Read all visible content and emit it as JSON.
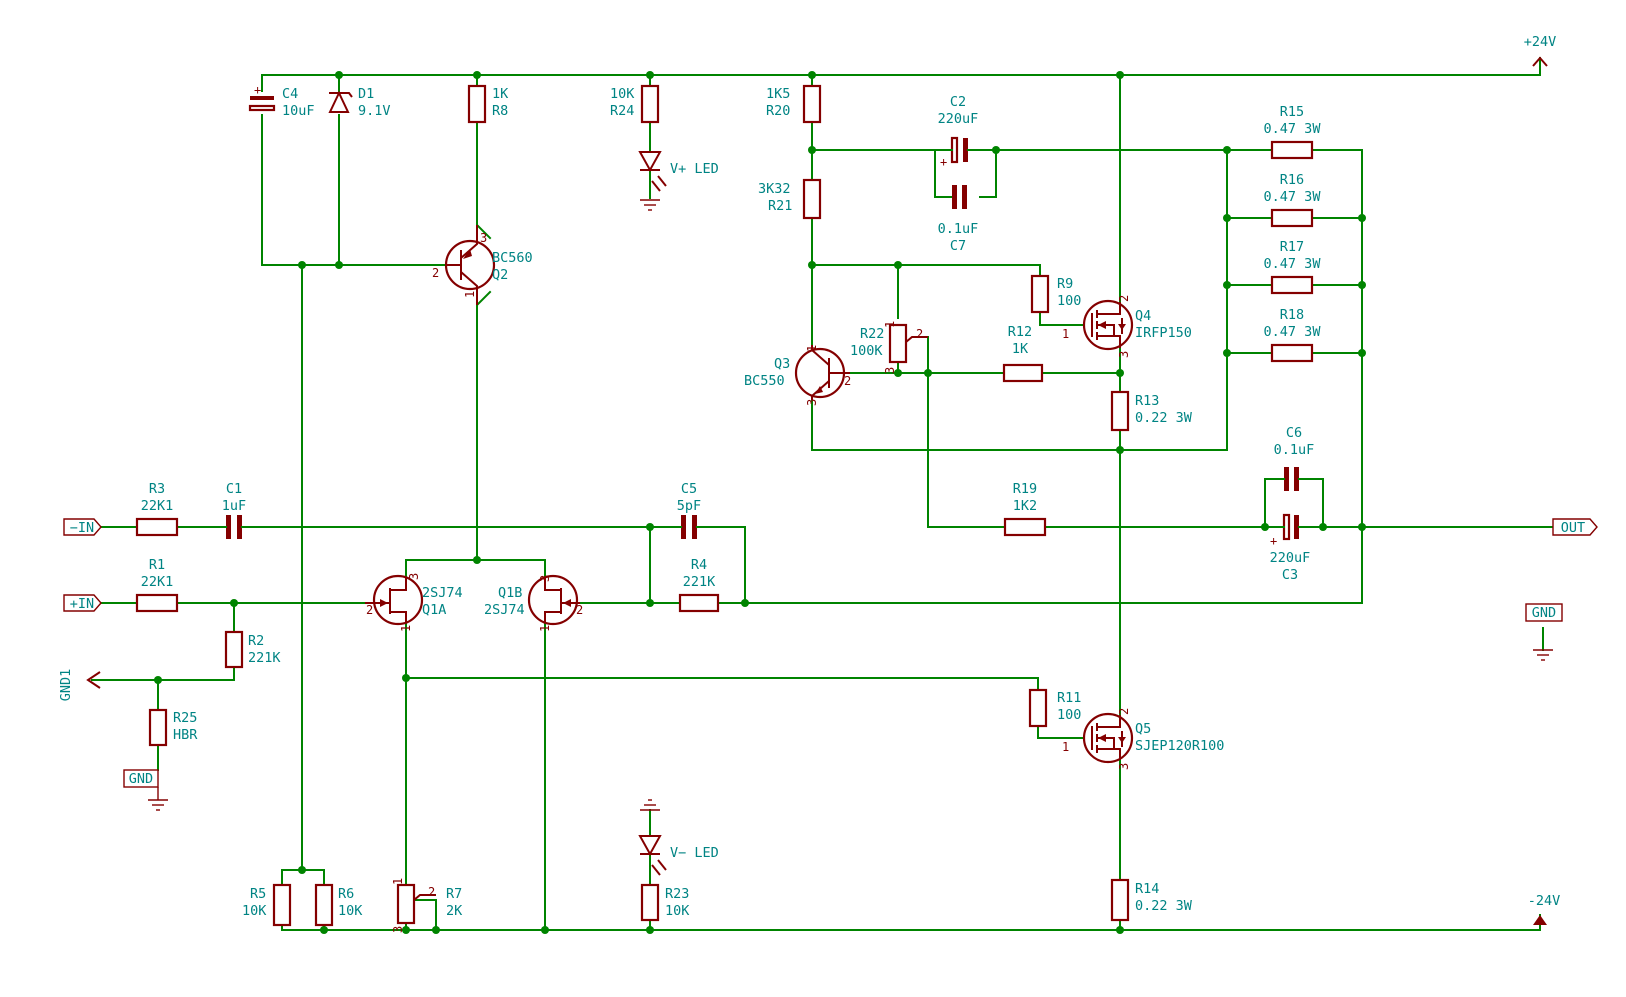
{
  "rails": {
    "vplus": "+24V",
    "vminus": "-24V"
  },
  "ports": {
    "in_minus": "−IN",
    "in_plus": "+IN",
    "out": "OUT",
    "gnd": "GND",
    "gnd1": "GND1",
    "gnd_r25": "GND"
  },
  "components": {
    "C4": {
      "ref": "C4",
      "value": "10uF"
    },
    "D1": {
      "ref": "D1",
      "value": "9.1V"
    },
    "R8": {
      "ref": "R8",
      "value": "1K"
    },
    "R24": {
      "ref": "R24",
      "value": "10K"
    },
    "LED_P": {
      "label": "V+ LED"
    },
    "R20": {
      "ref": "R20",
      "value": "1K5"
    },
    "R21": {
      "ref": "R21",
      "value": "3K32"
    },
    "C2": {
      "ref": "C2",
      "value": "220uF"
    },
    "C7": {
      "ref": "C7",
      "value": "0.1uF"
    },
    "R15": {
      "ref": "R15",
      "value": "0.47 3W"
    },
    "R16": {
      "ref": "R16",
      "value": "0.47 3W"
    },
    "R17": {
      "ref": "R17",
      "value": "0.47 3W"
    },
    "R18": {
      "ref": "R18",
      "value": "0.47 3W"
    },
    "Q2": {
      "ref": "Q2",
      "value": "BC560"
    },
    "R9": {
      "ref": "R9",
      "value": "100"
    },
    "Q4": {
      "ref": "Q4",
      "value": "IRFP150"
    },
    "R22": {
      "ref": "R22",
      "value": "100K"
    },
    "R12": {
      "ref": "R12",
      "value": "1K"
    },
    "Q3": {
      "ref": "Q3",
      "value": "BC550"
    },
    "R13": {
      "ref": "R13",
      "value": "0.22 3W"
    },
    "C6": {
      "ref": "C6",
      "value": "0.1uF"
    },
    "R3": {
      "ref": "R3",
      "value": "22K1"
    },
    "C1": {
      "ref": "C1",
      "value": "1uF"
    },
    "C5": {
      "ref": "C5",
      "value": "5pF"
    },
    "R19": {
      "ref": "R19",
      "value": "1K2"
    },
    "C3": {
      "ref": "C3",
      "value": "220uF"
    },
    "R1": {
      "ref": "R1",
      "value": "22K1"
    },
    "R4": {
      "ref": "R4",
      "value": "221K"
    },
    "Q1A": {
      "ref": "Q1A",
      "value": "2SJ74"
    },
    "Q1B": {
      "ref": "Q1B",
      "value": "2SJ74"
    },
    "R2": {
      "ref": "R2",
      "value": "221K"
    },
    "R25": {
      "ref": "R25",
      "value": "HBR"
    },
    "R11": {
      "ref": "R11",
      "value": "100"
    },
    "Q5": {
      "ref": "Q5",
      "value": "SJEP120R100"
    },
    "LED_M": {
      "label": "V− LED"
    },
    "R5": {
      "ref": "R5",
      "value": "10K"
    },
    "R6": {
      "ref": "R6",
      "value": "10K"
    },
    "R7": {
      "ref": "R7",
      "value": "2K"
    },
    "R23": {
      "ref": "R23",
      "value": "10K"
    },
    "R14": {
      "ref": "R14",
      "value": "0.22 3W"
    }
  },
  "pins": {
    "p1": "1",
    "p2": "2",
    "p3": "3"
  },
  "colors": {
    "wire": "#008400",
    "part": "#840000",
    "label": "#008484",
    "background": "#ffffff"
  }
}
